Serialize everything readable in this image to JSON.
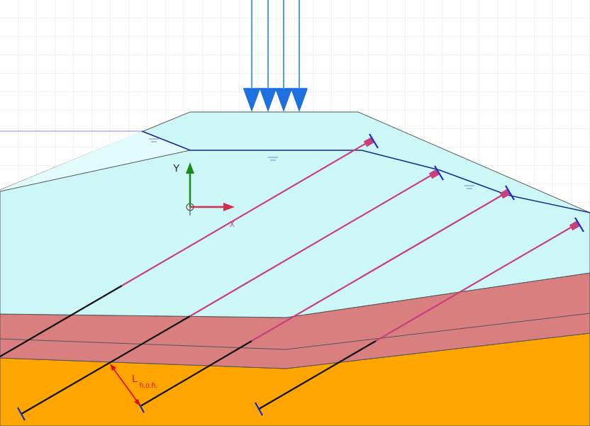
{
  "diagram": {
    "labels": [
      "Y",
      "X",
      "L",
      "h.o.h."
    ]
  }
}
